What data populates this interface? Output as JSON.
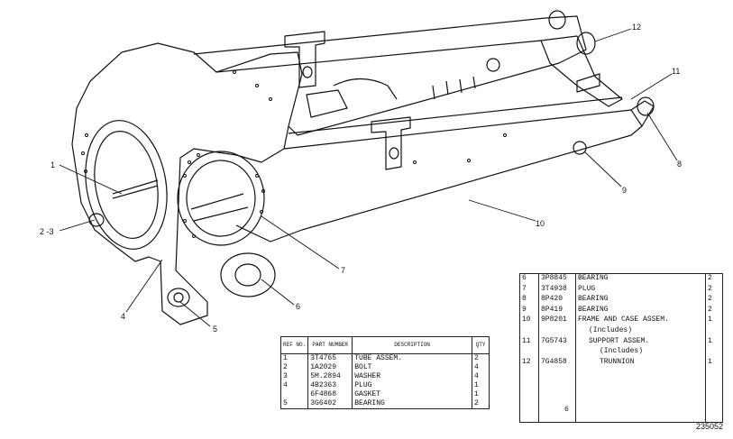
{
  "callouts": [
    "1",
    "2 -3",
    "4",
    "5",
    "6",
    "7",
    "8",
    "9",
    "10",
    "11",
    "12"
  ],
  "table_left": {
    "headers": {
      "ref_no": "REF NO.",
      "part_number": "PART NUMBER",
      "description": "DESCRIPTION",
      "qty": "QTY"
    },
    "rows": [
      {
        "ref": "1",
        "part": "3T4765",
        "desc": "TUBE ASSEM.",
        "qty": "2"
      },
      {
        "ref": "2",
        "part": "1A2029",
        "desc": "BOLT",
        "qty": "4"
      },
      {
        "ref": "3",
        "part": "5M.2894",
        "desc": "WASHER",
        "qty": "4"
      },
      {
        "ref": "4",
        "part": "4B2363",
        "desc": "PLUG",
        "qty": "1"
      },
      {
        "ref": "",
        "part": "6F4868",
        "desc": "GASKET",
        "qty": "1"
      },
      {
        "ref": "5",
        "part": "3G6402",
        "desc": "BEARING",
        "qty": "2"
      }
    ]
  },
  "table_right": {
    "rows": [
      {
        "ref": "6",
        "part": "3P8845",
        "desc": "BEARING",
        "qty": "2"
      },
      {
        "ref": "7",
        "part": "3T4938",
        "desc": "PLUG",
        "qty": "2"
      },
      {
        "ref": "8",
        "part": "8P420",
        "desc": "BEARING",
        "qty": "2"
      },
      {
        "ref": "9",
        "part": "8P419",
        "desc": "BEARING",
        "qty": "2"
      },
      {
        "ref": "10",
        "part": "9P8201",
        "desc": "FRAME AND CASE ASSEM.",
        "qty": "1"
      },
      {
        "ref": "",
        "part": "",
        "desc": "(Includes)",
        "qty": ""
      },
      {
        "ref": "11",
        "part": "7G5743",
        "desc": "SUPPORT ASSEM.",
        "qty": "1"
      },
      {
        "ref": "",
        "part": "",
        "desc": "(Includes)",
        "qty": ""
      },
      {
        "ref": "12",
        "part": "7G4858",
        "desc": "TRUNNION",
        "qty": "1"
      }
    ],
    "footer_mark": "6"
  },
  "drawing_number": "235052"
}
